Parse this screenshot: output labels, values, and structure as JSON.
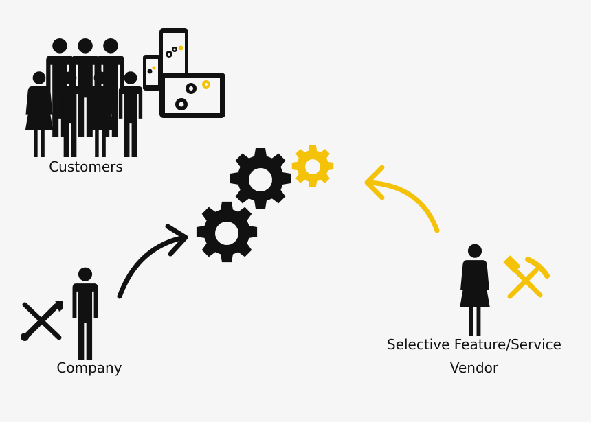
{
  "labels": {
    "customers": "Customers",
    "company": "Company",
    "vendor": "Selective Feature/Service Vendor"
  },
  "colors": {
    "background": "#f6f6f6",
    "ink": "#111111",
    "accent": "#f5c20a"
  },
  "icons": [
    "customer-crowd-icon",
    "phone-icon",
    "tablet-icon",
    "gear-icon",
    "company-person-icon",
    "wrench-screwdriver-icon",
    "vendor-person-icon",
    "hammer-pick-icon",
    "curved-arrow-icon"
  ]
}
